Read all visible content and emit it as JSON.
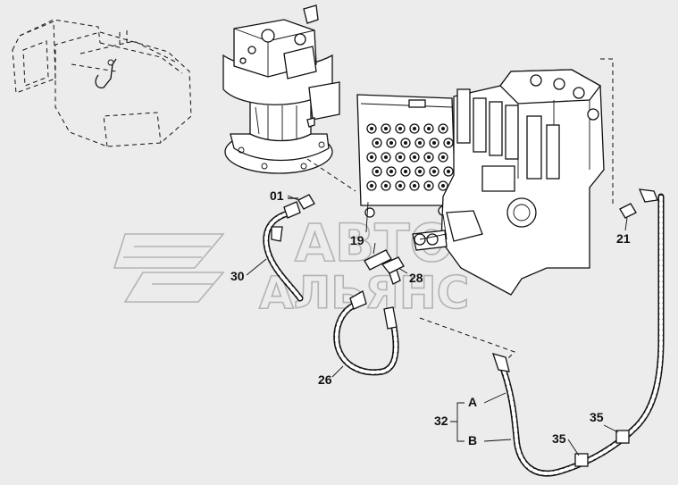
{
  "watermark": {
    "line1": "АВТО",
    "line2": "АЛЬЯНС"
  },
  "labels": {
    "p01": "01",
    "p19": "19",
    "p21": "21",
    "p26": "26",
    "p28": "28",
    "p30": "30",
    "p32": "32",
    "pA": "A",
    "pB": "B",
    "p35a": "35",
    "p35b": "35"
  },
  "colors": {
    "background": "#ececec",
    "line": "#111111",
    "watermark": "#b3b3b3"
  }
}
